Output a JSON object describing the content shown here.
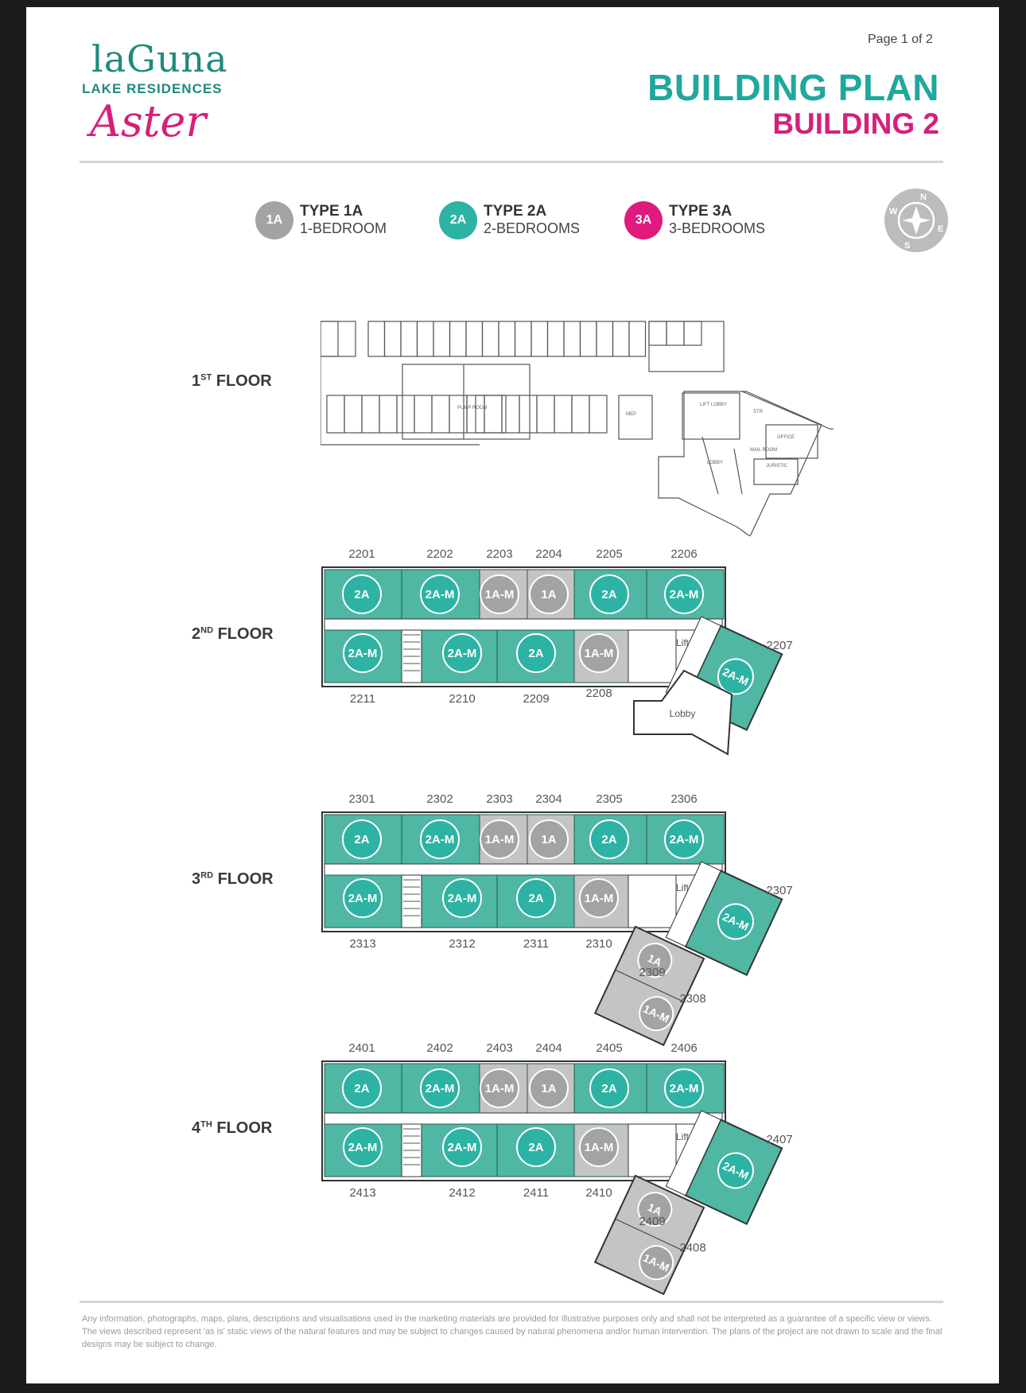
{
  "brand": {
    "name": "laGuna",
    "subtitle": "LAKE RESIDENCES",
    "script": "Aster"
  },
  "page_indicator": "Page 1 of 2",
  "heading": {
    "title": "BUILDING PLAN",
    "subtitle": "BUILDING 2"
  },
  "legend": [
    {
      "code": "1A",
      "type": "TYPE 1A",
      "desc": "1-BEDROOM",
      "color": "#a3a3a3"
    },
    {
      "code": "2A",
      "type": "TYPE 2A",
      "desc": "2-BEDROOMS",
      "color": "#2db3a4"
    },
    {
      "code": "3A",
      "type": "TYPE 3A",
      "desc": "3-BEDROOMS",
      "color": "#e0197d"
    }
  ],
  "compass": {
    "n": "N",
    "s": "S",
    "e": "E",
    "w": "W"
  },
  "floors": {
    "f1": {
      "num": "1",
      "sup": "ST",
      "name": "FLOOR",
      "rooms": [
        "PUMP ROOM",
        "MEP",
        "LIFT LOBBY",
        "STR",
        "OFFICE",
        "MAIL ROOM",
        "JURISTIC",
        "LOBBY"
      ]
    },
    "f2": {
      "num": "2",
      "sup": "ND",
      "name": "FLOOR",
      "top_numbers": [
        "2201",
        "2202",
        "2203",
        "2204",
        "2205",
        "2206"
      ],
      "top_types": [
        "2A",
        "2A-M",
        "1A-M",
        "1A",
        "2A",
        "2A-M"
      ],
      "bottom_numbers": [
        "2211",
        "2210",
        "2209",
        "2208"
      ],
      "bottom_types": [
        "2A-M",
        "2A-M",
        "2A",
        "1A-M"
      ],
      "wing_number": "2207",
      "wing_type": "2A-M",
      "lift": "Lift",
      "lobby": "Lobby"
    },
    "f3": {
      "num": "3",
      "sup": "RD",
      "name": "FLOOR",
      "top_numbers": [
        "2301",
        "2302",
        "2303",
        "2304",
        "2305",
        "2306"
      ],
      "top_types": [
        "2A",
        "2A-M",
        "1A-M",
        "1A",
        "2A",
        "2A-M"
      ],
      "bottom_numbers": [
        "2313",
        "2312",
        "2311",
        "2310"
      ],
      "bottom_types": [
        "2A-M",
        "2A-M",
        "2A",
        "1A-M"
      ],
      "wing_number": "2307",
      "wing_type": "2A-M",
      "extra_numbers": [
        "2309",
        "2308"
      ],
      "extra_types": [
        "1A",
        "1A-M"
      ],
      "lift": "Lift"
    },
    "f4": {
      "num": "4",
      "sup": "TH",
      "name": "FLOOR",
      "top_numbers": [
        "2401",
        "2402",
        "2403",
        "2404",
        "2405",
        "2406"
      ],
      "top_types": [
        "2A",
        "2A-M",
        "1A-M",
        "1A",
        "2A",
        "2A-M"
      ],
      "bottom_numbers": [
        "2413",
        "2412",
        "2411",
        "2410"
      ],
      "bottom_types": [
        "2A-M",
        "2A-M",
        "2A",
        "1A-M"
      ],
      "wing_number": "2407",
      "wing_type": "2A-M",
      "extra_numbers": [
        "2409",
        "2408"
      ],
      "extra_types": [
        "1A",
        "1A-M"
      ],
      "lift": "Lift"
    }
  },
  "disclaimer": "Any information, photographs, maps, plans, descriptions and visualisations used in the marketing materials are provided for illustrative purposes only and shall not be interpreted as a guarantee of a specific view or views. The views described represent 'as is' static views of the natural features and may be subject to changes caused by natural phenomena and/or human intervention. The plans of the project are not drawn to scale and the final designs may be subject to change.",
  "colors": {
    "teal": "#2db3a4",
    "grey": "#a3a3a3",
    "magenta": "#e0197d",
    "room_teal": "#4fb7a4"
  }
}
